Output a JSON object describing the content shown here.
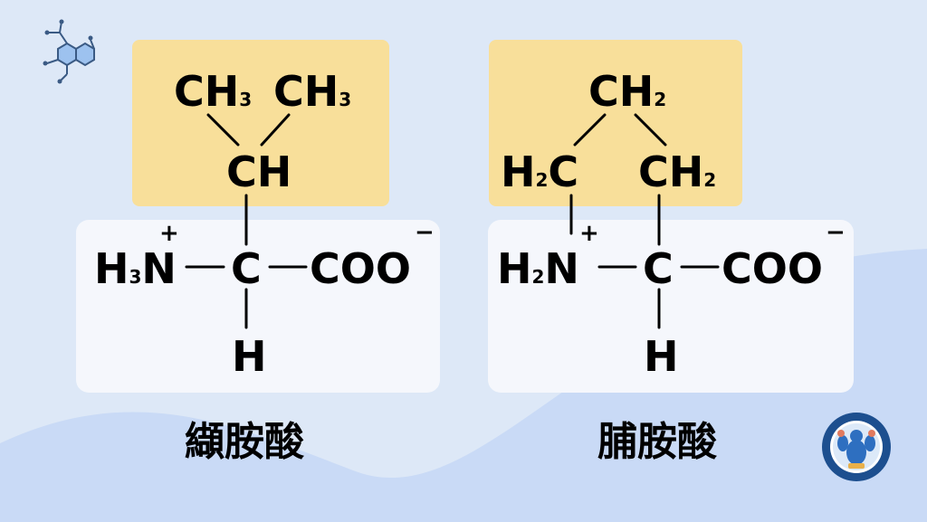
{
  "colors": {
    "background": "#dde8f7",
    "background_wave": "#c9daf6",
    "side_chain_box": "#f8df9a",
    "backbone_box": "#f5f7fc",
    "logo_ring": "#1d4f8f"
  },
  "valine": {
    "left_methyl": {
      "symbol": "CH",
      "sub": "3"
    },
    "right_methyl": {
      "symbol": "CH",
      "sub": "3"
    },
    "ch": {
      "symbol": "CH"
    },
    "amine": {
      "h": "H",
      "sub": "3",
      "n": "N",
      "charge": "+"
    },
    "alpha_carbon": "C",
    "carboxyl": {
      "text": "COO",
      "charge": "−"
    },
    "hydrogen": "H",
    "name": "纈胺酸"
  },
  "proline": {
    "top_ch2": {
      "symbol": "CH",
      "sub": "2"
    },
    "left_ch2": {
      "h": "H",
      "sub": "2",
      "c": "C"
    },
    "right_ch2": {
      "symbol": "CH",
      "sub": "2"
    },
    "amine": {
      "h": "H",
      "sub": "2",
      "n": "N",
      "charge": "+"
    },
    "alpha_carbon": "C",
    "carboxyl": {
      "text": "COO",
      "charge": "−"
    },
    "hydrogen": "H",
    "name": "脯胺酸"
  },
  "icons": {
    "molecule": "molecule-icon",
    "logo": "brain-god-logo"
  }
}
